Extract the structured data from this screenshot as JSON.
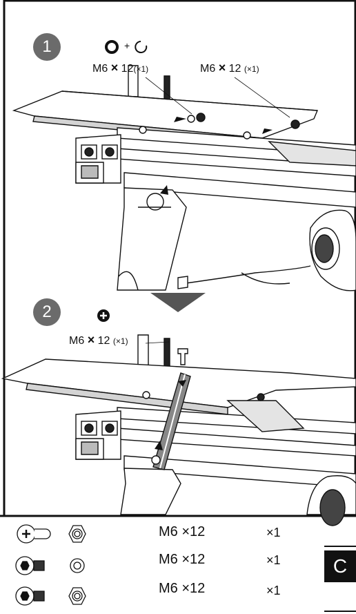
{
  "steps": [
    {
      "number": "1",
      "symbols": "+",
      "callouts": [
        {
          "spec": "M6",
          "times": "×",
          "size": "12",
          "qty": "(×1)"
        },
        {
          "spec": "M6",
          "times": "×",
          "size": "12",
          "qty": "(×1)"
        }
      ]
    },
    {
      "number": "2",
      "callouts": [
        {
          "spec": "M6",
          "times": "×",
          "size": "12",
          "qty": "(×1)"
        }
      ]
    }
  ],
  "hardware": [
    {
      "name": "M6 ×12",
      "qty": "×1",
      "bolt_icon": "phillips-bolt-icon",
      "nut_icon": "hex-nut-icon"
    },
    {
      "name": "M6 ×12",
      "qty": "×1",
      "bolt_icon": "socket-head-bolt-icon",
      "nut_icon": "spring-washer-icon"
    },
    {
      "name": "M6 ×12",
      "qty": "×1",
      "bolt_icon": "socket-head-bolt-icon",
      "nut_icon": "hex-nut-icon"
    }
  ],
  "legend_letter": "C",
  "colors": {
    "badge": "#6b6b6b",
    "line": "#111111",
    "panel_gray": "#d4d4d4",
    "arrow_gray": "#555555"
  }
}
